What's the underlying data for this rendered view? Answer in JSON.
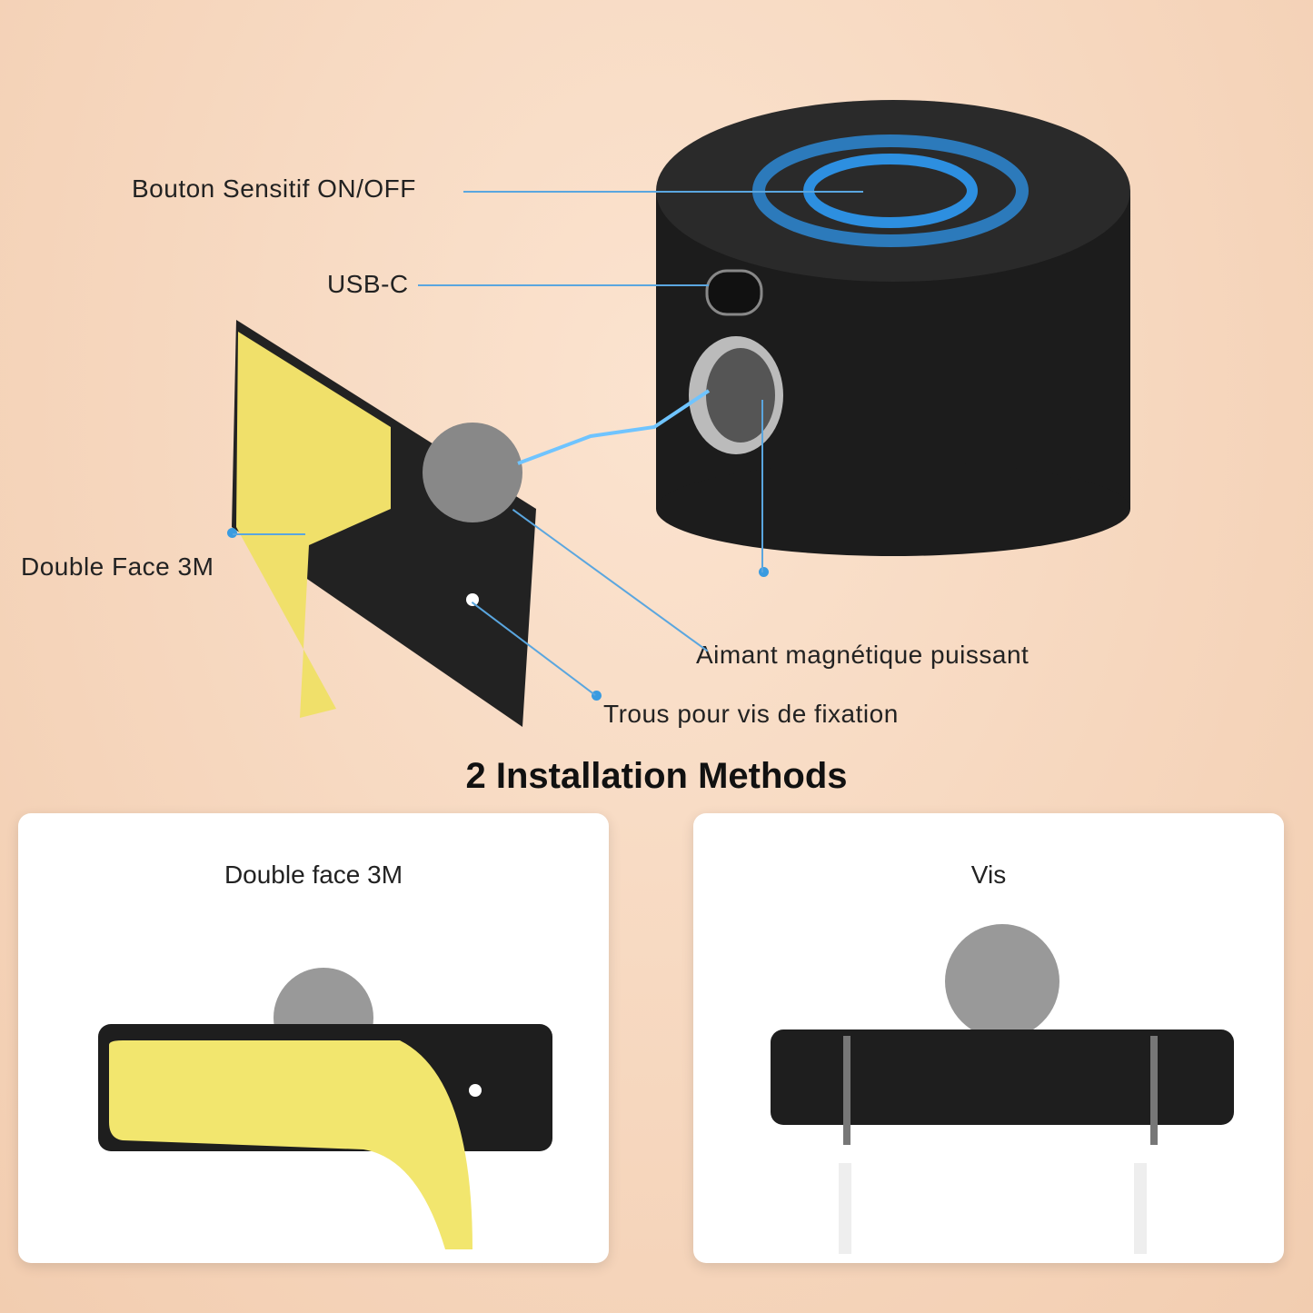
{
  "labels": {
    "button": "Bouton Sensitif  ON/OFF",
    "usb": "USB-C",
    "tape": "Double Face 3M",
    "magnet": "Aimant magnétique puissant",
    "holes": "Trous pour vis de fixation"
  },
  "title": "2 Installation Methods",
  "cards": [
    {
      "label": "Double face 3M"
    },
    {
      "label": "Vis"
    }
  ]
}
